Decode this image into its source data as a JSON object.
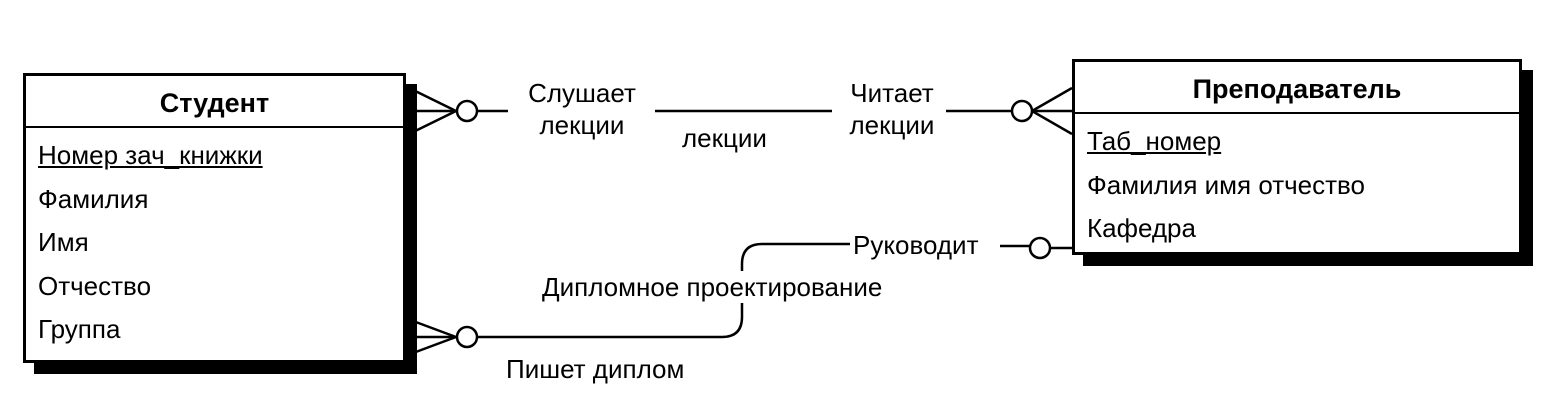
{
  "entities": {
    "student": {
      "title": "Студент",
      "attributes": [
        {
          "text": "Номер  зач_книжки",
          "key": true
        },
        {
          "text": "Фамилия",
          "key": false
        },
        {
          "text": "Имя",
          "key": false
        },
        {
          "text": "Отчество",
          "key": false
        },
        {
          "text": "Группа",
          "key": false
        }
      ]
    },
    "teacher": {
      "title": "Преподаватель",
      "attributes": [
        {
          "text": "Таб_номер",
          "key": true
        },
        {
          "text": "Фамилия имя отчество",
          "key": false
        },
        {
          "text": "Кафедра",
          "key": false
        }
      ]
    }
  },
  "relationships": {
    "lectures": {
      "name": "лекции",
      "student_role": "Слушает\nлекции",
      "teacher_role": "Читает\nлекции"
    },
    "diploma": {
      "name": "Дипломное проектирование",
      "student_role": "Пишет диплом",
      "teacher_role": "Руководит"
    }
  }
}
